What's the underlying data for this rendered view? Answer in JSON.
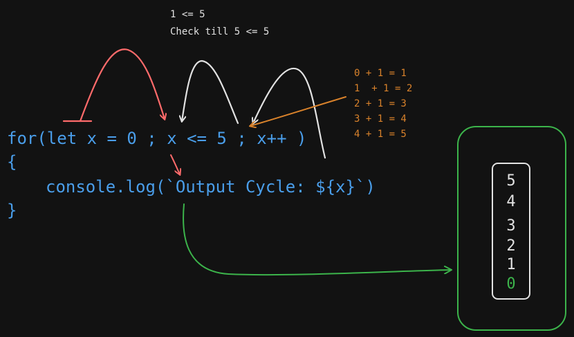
{
  "annotation": {
    "line1": "1 <= 5",
    "line2": "Check till 5 <= 5"
  },
  "increments": [
    "0 + 1 = 1",
    "1  + 1 = 2",
    "2 + 1 = 3",
    "3 + 1 = 4",
    "4 + 1 = 5"
  ],
  "code": {
    "line1": "for(let x = 0 ; x <= 5 ; x++ )",
    "line2": "{",
    "line3": "console.log(`Output Cycle: ${x}`)",
    "line4": "}"
  },
  "output": [
    "5",
    "4",
    "3",
    "2",
    "1",
    "0"
  ],
  "colors": {
    "background": "#121212",
    "code": "#4a9eea",
    "initArrow": "#ff6b6b",
    "conditionArrow": "#e2e2e2",
    "incrementArrow": "#d9822b",
    "outputArrow": "#3cb44b",
    "outputFirst": "#3cb44b"
  }
}
